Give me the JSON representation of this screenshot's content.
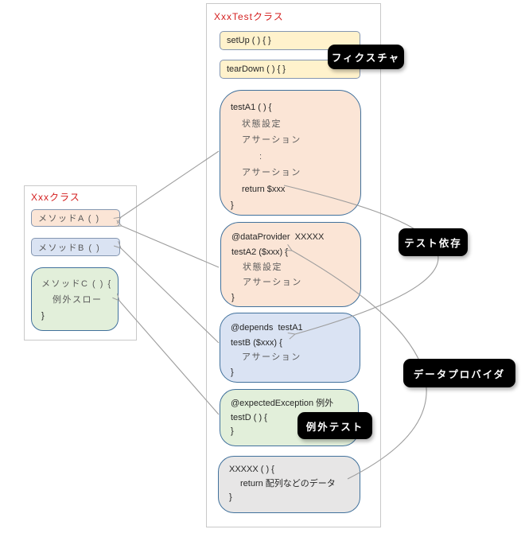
{
  "left_class": {
    "title": "Xxxクラス",
    "method_a": "メソッドA ( )",
    "method_b": "メソッドB ( )",
    "method_c": [
      "メソッドC ( ) {",
      "例外スロー",
      "}"
    ]
  },
  "test_class": {
    "title": "XxxTestクラス",
    "setup": "setUp ( ) { }",
    "teardown": "tearDown ( ) { }",
    "test_a1": [
      "testA1 ( ) {",
      "状態設定",
      "アサーション",
      ":",
      "アサーション",
      "return $xxx",
      "}"
    ],
    "test_a2": [
      "@dataProvider  XXXXX",
      "testA2 ($xxx) {",
      "状態設定",
      "アサーション",
      "}"
    ],
    "test_b": [
      "@depends  testA1",
      "testB ($xxx) {",
      "アサーション",
      "}"
    ],
    "test_d": [
      "@expectedException 例外",
      "testD ( ) {",
      "}"
    ],
    "provider": [
      "XXXXX ( ) {",
      "return 配列などのデータ",
      "}"
    ]
  },
  "callouts": {
    "fixture": "フィクスチャ",
    "test_dependency": "テスト依存",
    "data_provider": "データプロバイダ",
    "exception_test": "例外テスト"
  },
  "colors": {
    "title_red": "#d42020",
    "box_cream": "#fff2cc",
    "box_peach": "#fbe5d6",
    "box_blue": "#dae3f3",
    "box_green": "#e2efda",
    "box_gray": "#e7e6e6",
    "border_small": "#8496b0",
    "border_large": "#41719c",
    "connector": "#9d9d9d",
    "callout_bg": "#000000",
    "callout_text": "#ffffff"
  }
}
